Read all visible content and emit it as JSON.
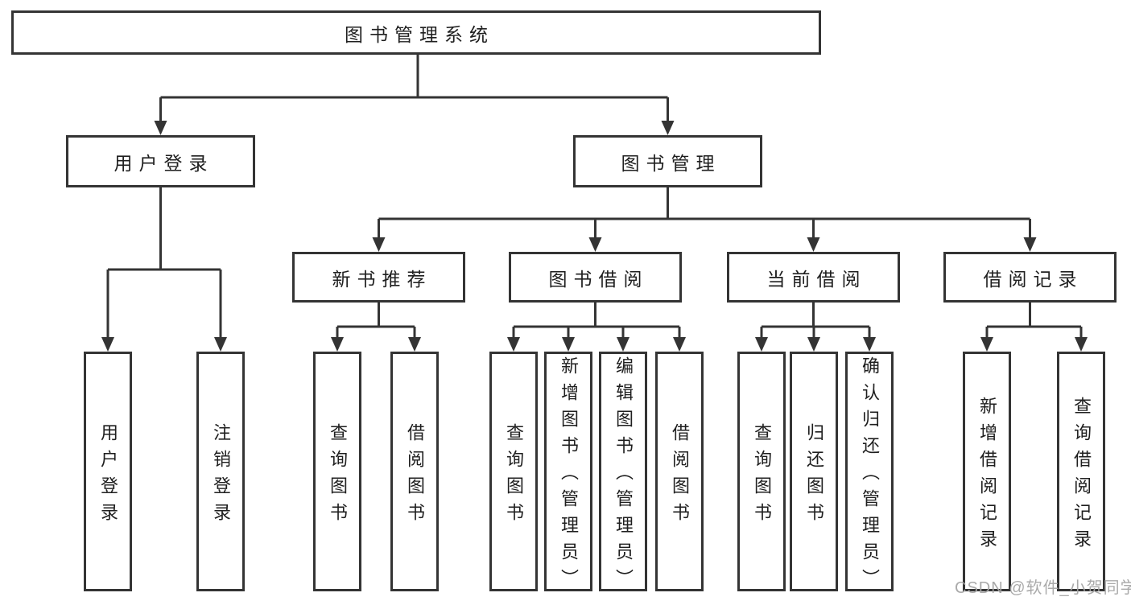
{
  "colors": {
    "line": "#343434",
    "box_border": "#343434",
    "text": "#1f1f1f",
    "watermark": "#a5a5a5",
    "background": "#ffffff"
  },
  "watermark": "CSDN @软件_小贺同学",
  "tree": {
    "label": "图书管理系统",
    "children": [
      {
        "label": "用户登录",
        "children": [
          {
            "label": "用户登录"
          },
          {
            "label": "注销登录"
          }
        ]
      },
      {
        "label": "图书管理",
        "children": [
          {
            "label": "新书推荐",
            "children": [
              {
                "label": "查询图书"
              },
              {
                "label": "借阅图书"
              }
            ]
          },
          {
            "label": "图书借阅",
            "children": [
              {
                "label": "查询图书"
              },
              {
                "label": "新增图书（管理员）"
              },
              {
                "label": "编辑图书（管理员）"
              },
              {
                "label": "借阅图书"
              }
            ]
          },
          {
            "label": "当前借阅",
            "children": [
              {
                "label": "查询图书"
              },
              {
                "label": "归还图书"
              },
              {
                "label": "确认归还（管理员）"
              }
            ]
          },
          {
            "label": "借阅记录",
            "children": [
              {
                "label": "新增借阅记录"
              },
              {
                "label": "查询借阅记录"
              }
            ]
          }
        ]
      }
    ]
  }
}
